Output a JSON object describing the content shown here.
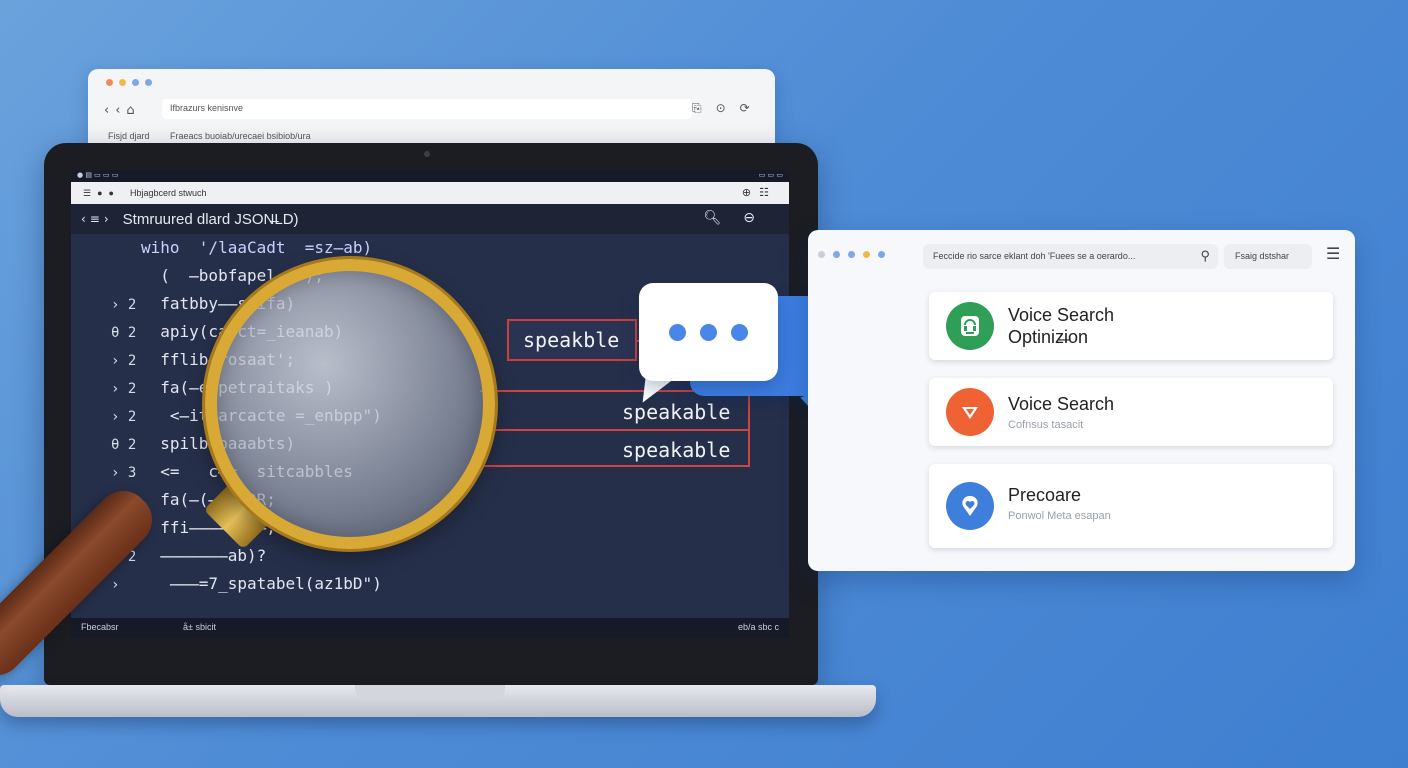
{
  "back_window": {
    "url": "Ifbrazurs kenisnve",
    "toolbar_text": "Fisjd djard",
    "toolbar_text2": "Fraeacs buoiab/urecaei bsibiob/ura"
  },
  "editor": {
    "tab_title": "Hbjagbcerd stwuch",
    "title": "Stmruured dlard JSON̶LD)",
    "status_left": "Fbecabsr",
    "status_mid": "å± sbicit",
    "status_right": "eb/a sbc c",
    "lines": [
      {
        "gutter": "",
        "text": "wiho  '/laaCadt  =sz̶ab)",
        "color": "#c8d2ff",
        "hl": "#ff7b6b"
      },
      {
        "gutter": "",
        "text": "  (  ̶bobfapel̶̶̶);",
        "color": "#e3e7f2"
      },
      {
        "gutter": "› 2",
        "text": "  fatbby̶̶stifa)",
        "color": "#e3e7f2"
      },
      {
        "gutter": "θ 2",
        "text": "  apiy(carct=_ieanab)",
        "color": "#e3e7f2"
      },
      {
        "gutter": "› 2",
        "text": "  fflib̶rosaat';",
        "color": "#e3e7f2"
      },
      {
        "gutter": "› 2",
        "text": "  fa(̶eppetraitaks )",
        "color": "#e3e7f2"
      },
      {
        "gutter": "› 2",
        "text": "   <̶itcarcacte =_enbpp\")",
        "color": "#e3e7f2"
      },
      {
        "gutter": "θ 2",
        "text": "  spilb(paaabts)",
        "color": "#e3e7f2"
      },
      {
        "gutter": "› 3",
        "text": "  <=   c̶=  sitcabbles",
        "color": "#e3e7f2"
      },
      {
        "gutter": "› 2",
        "text": "  fa(̶(̶̶̶BDR;",
        "color": "#e3e7f2"
      },
      {
        "gutter": "θ 2",
        "text": "  ffi̶̶̶̶̶aB̶;",
        "color": "#e3e7f2"
      },
      {
        "gutter": "› 2",
        "text": "  ̶̶̶̶̶̶̶ab)?",
        "color": "#e3e7f2"
      },
      {
        "gutter": "› ",
        "text": "   ̶̶̶=7_spatabel(az1bD\")",
        "color": "#e3e7f2"
      }
    ]
  },
  "labels": {
    "speakable_1": "speakble",
    "speakable_2": "speakable",
    "speakable_3": "speakable"
  },
  "panel": {
    "search_text": "Feccide rio sarce eklant doh  'Fuees se a oerardo...",
    "button_label": "Fsaig dstshar",
    "cards": [
      {
        "title": "Voice Search\nOptiniz̶ion",
        "subtitle": "",
        "icon": "headset-icon",
        "color": "#2f9e57"
      },
      {
        "title": "Voice Search",
        "subtitle": "Cofnsus tasacit",
        "icon": "chevron-down-icon",
        "color": "#ee6234"
      },
      {
        "title": "Precoare",
        "subtitle": "Ponwol Meta esapan",
        "icon": "heart-pin-icon",
        "color": "#3f7fdc"
      }
    ]
  },
  "colors": {
    "background": "#4f8cd6",
    "accent_red": "#cf4542",
    "bubble_blue": "#3e7ee0"
  }
}
